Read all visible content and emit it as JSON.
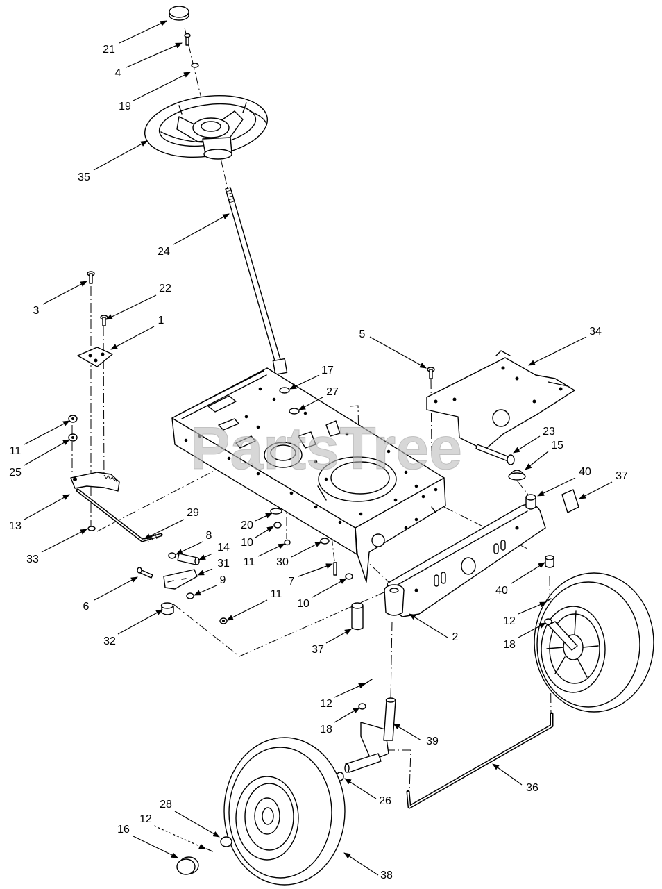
{
  "diagram": {
    "callouts": [
      "21",
      "4",
      "19",
      "35",
      "24",
      "3",
      "22",
      "1",
      "11",
      "25",
      "13",
      "29",
      "33",
      "8",
      "14",
      "31",
      "9",
      "6",
      "32",
      "11",
      "20",
      "10",
      "11",
      "30",
      "7",
      "10",
      "17",
      "27",
      "5",
      "34",
      "23",
      "15",
      "40",
      "37",
      "40",
      "2",
      "37",
      "12",
      "18",
      "12",
      "18",
      "39",
      "26",
      "36",
      "28",
      "12",
      "16",
      "38"
    ],
    "watermark": "PartsTree"
  },
  "colors": {
    "line": "#000000",
    "background": "#ffffff",
    "watermark": "#bdbdbd"
  }
}
